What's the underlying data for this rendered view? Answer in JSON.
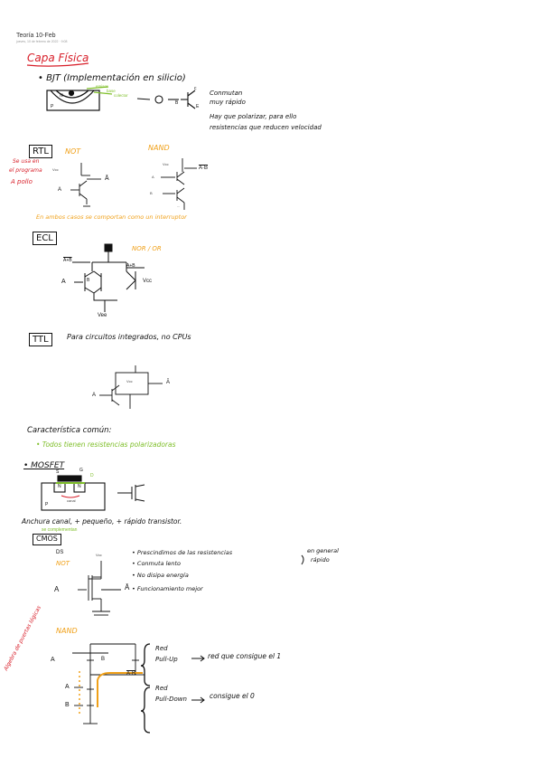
{
  "page": {
    "title": "Teoría 10-Feb",
    "meta": "jueves, 10 de febrero de 2022 · 9:08"
  },
  "notes": {
    "section_title": "Capa Física",
    "bjt": {
      "heading": "• BJT (Implementación en silicio)",
      "label_emitter": "emisor",
      "label_base": "base",
      "label_collector": "colector",
      "label_n": "N",
      "label_p": "P",
      "pin_c": "c",
      "pin_b": "B",
      "pin_e": "E",
      "note_1": "Conmutan",
      "note_2": "muy rápido",
      "note_3": "Hay que polarizar, para ello",
      "note_4": "resistencias que reducen velocidad"
    },
    "rtl": {
      "box": "RTL",
      "side_note_1": "Se usa en",
      "side_note_2": "el programa",
      "side_note_3": "A pollo",
      "not_label": "NOT",
      "nand_label": "NAND",
      "vcc": "Vcc",
      "in_a": "A",
      "out_not_a": "Ā",
      "out_nand": "A·B",
      "in_b": "B",
      "dots": "...",
      "summary": "En ambos casos se comportan como un interruptor"
    },
    "ecl": {
      "box": "ECL",
      "gate": "NOR / OR",
      "out_nor": "A+B",
      "out_or": "A+B",
      "in_a": "A",
      "in_b": "B",
      "vcc": "Vcc",
      "vee": "Vee"
    },
    "ttl": {
      "box": "TTL",
      "note": "Para circuitos integrados, no CPUs",
      "vcc": "Vcc",
      "in_a": "A",
      "out": "Ā"
    },
    "common": {
      "heading": "Característica común:",
      "item": "• Todos tienen resistencias polarizadoras"
    },
    "mosfet": {
      "heading": "• MOSFET",
      "label_s": "S",
      "label_g": "G",
      "label_d": "D",
      "label_channel": "canal",
      "label_p": "P",
      "label_n": "N",
      "note": "Anchura canal, + pequeño, + rápido transistor.",
      "note_green": "se complementan"
    },
    "cmos": {
      "box": "CMOS",
      "ds": "DS",
      "not_label": "NOT",
      "vcc": "Vcc",
      "in_a": "A",
      "out": "Ā",
      "bullet_1": "• Prescindimos de las resistencias",
      "bullet_1b": "en general",
      "bullet_1c": "rápido",
      "bullet_2": "• Conmuta lento",
      "bullet_3": "• No disipa energía",
      "bullet_4": "• Funcionamiento mejor"
    },
    "nand": {
      "label": "NAND",
      "side": "Algebra de puertas lógicas",
      "in_a": "A",
      "in_b": "B",
      "out": "A·B",
      "pullup_1": "Red",
      "pullup_2": "Pull-Up",
      "pullup_note": "red que consigue el 1",
      "pulldown_1": "Red",
      "pulldown_2": "Pull-Down",
      "pulldown_note": "consigue el 0"
    }
  },
  "colors": {
    "ink": "#111111",
    "red": "#d81f2a",
    "orange": "#f0a018",
    "green": "#7fbf2a"
  }
}
